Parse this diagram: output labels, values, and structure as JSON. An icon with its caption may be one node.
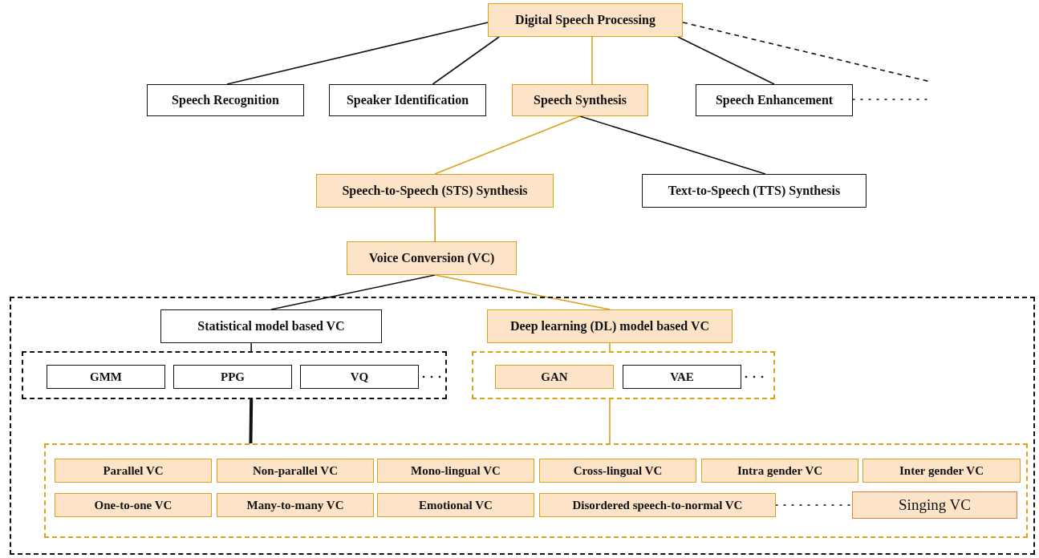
{
  "diagram": {
    "nodes": [
      {
        "text": [
          "Digital Speech Processing"
        ]
      },
      {
        "text": [
          "Speech Recognition"
        ]
      },
      {
        "text": [
          "Speaker Identification"
        ]
      },
      {
        "text": [
          "Speech Synthesis"
        ]
      },
      {
        "text": [
          "Speech Enhancement"
        ]
      },
      {
        "text": [
          "Speech-to-Speech (STS) Synthesis"
        ]
      },
      {
        "text": [
          "Text-to-Speech (TTS) Synthesis"
        ]
      },
      {
        "text": [
          "Voice Conversion (VC)"
        ]
      },
      {
        "text": [],
        "shape": "box"
      },
      {
        "text": [
          "Statistical model based VC"
        ],
        "in": 8
      },
      {
        "text": [
          "Deep learning (DL) model based VC"
        ],
        "in": 8
      },
      {
        "text": [],
        "shape": "box",
        "in": 8
      },
      {
        "text": [
          "GMM"
        ],
        "in": 11
      },
      {
        "text": [
          "PPG"
        ],
        "in": 11
      },
      {
        "text": [
          "VQ"
        ],
        "in": 11
      },
      {
        "text": [],
        "shape": "box",
        "in": 8
      },
      {
        "text": [
          "GAN"
        ],
        "in": 15
      },
      {
        "text": [
          "VAE"
        ],
        "in": 15
      },
      {
        "text": [],
        "shape": "box",
        "in": 8
      },
      {
        "text": [
          "Parallel VC"
        ],
        "in": 18
      },
      {
        "text": [
          "Non-parallel VC"
        ],
        "in": 18
      },
      {
        "text": [
          "Mono-lingual VC"
        ],
        "in": 18
      },
      {
        "text": [
          "Cross-lingual VC"
        ],
        "in": 18
      },
      {
        "text": [
          "Intra gender VC"
        ],
        "in": 18
      },
      {
        "text": [
          "Inter gender VC"
        ],
        "in": 18
      },
      {
        "text": [
          "One-to-one VC"
        ],
        "in": 18
      },
      {
        "text": [
          "Many-to-many VC"
        ],
        "in": 18
      },
      {
        "text": [
          "Emotional VC"
        ],
        "in": 18
      },
      {
        "text": [
          "Disordered speech-to-normal VC"
        ],
        "in": 18
      },
      {
        "text": [
          "Singing VC"
        ],
        "in": 18
      }
    ],
    "edges": [
      {
        "from": 0,
        "to": 1,
        "arrow": "none"
      },
      {
        "from": 0,
        "to": 2,
        "arrow": "none"
      },
      {
        "from": 0,
        "to": 3,
        "arrow": "none",
        "color": "#d9a21b"
      },
      {
        "from": 0,
        "to": 4,
        "arrow": "none"
      },
      {
        "from": 0,
        "to": null,
        "arrow": "none",
        "style": "dashed"
      },
      {
        "from": 4,
        "to": null,
        "arrow": "none",
        "style": "dashed"
      },
      {
        "from": 3,
        "to": 5,
        "arrow": "none",
        "color": "#d9a21b"
      },
      {
        "from": 3,
        "to": 6,
        "arrow": "none"
      },
      {
        "from": 5,
        "to": 7,
        "arrow": "none",
        "color": "#d9a21b"
      },
      {
        "from": 7,
        "to": 9,
        "arrow": "none"
      },
      {
        "from": 7,
        "to": 10,
        "arrow": "none",
        "color": "#d9a21b"
      },
      {
        "from": 9,
        "to": 11,
        "arrow": "none"
      },
      {
        "from": 10,
        "to": 15,
        "arrow": "none",
        "color": "#d9a21b"
      },
      {
        "from": 11,
        "to": 18,
        "arrow": "none",
        "style": "thick"
      },
      {
        "from": 15,
        "to": 18,
        "arrow": "none",
        "color": "#d9a21b"
      },
      {
        "from": 28,
        "to": 29,
        "arrow": "none",
        "style": "dashed"
      }
    ]
  }
}
